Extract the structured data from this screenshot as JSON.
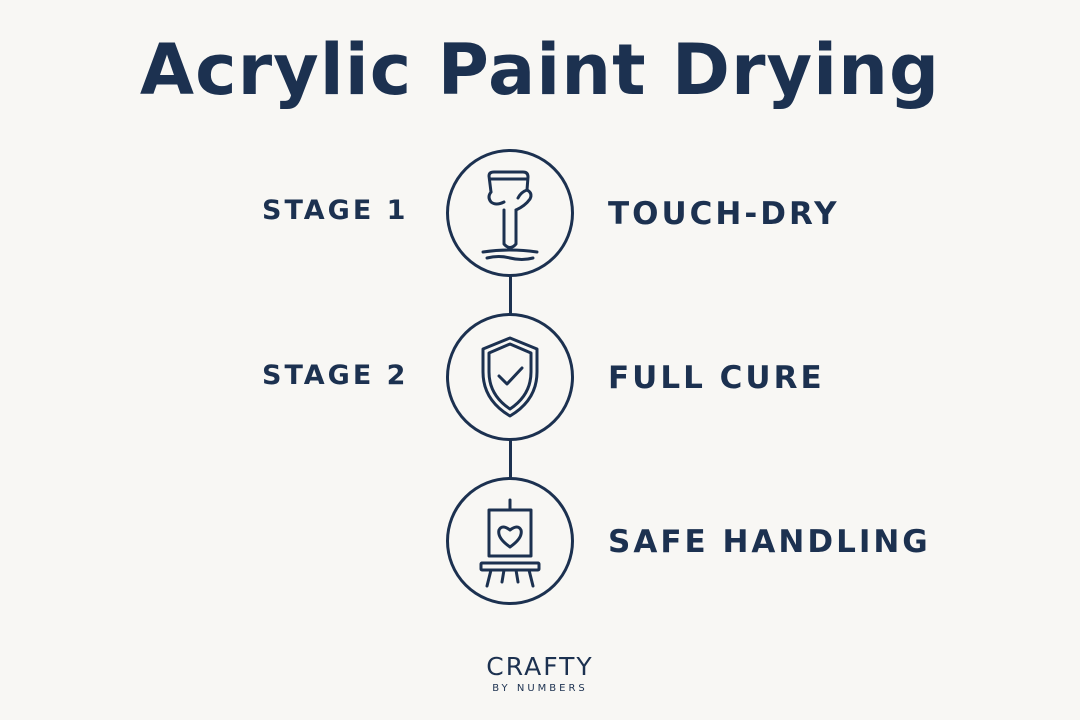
{
  "title": "Acrylic Paint Drying",
  "stages": [
    {
      "stage_label": "STAGE 1",
      "name": "TOUCH-DRY",
      "icon": "pointing-finger-icon"
    },
    {
      "stage_label": "STAGE 2",
      "name": "FULL CURE",
      "icon": "shield-check-icon"
    },
    {
      "stage_label": "",
      "name": "SAFE HANDLING",
      "icon": "easel-heart-icon"
    }
  ],
  "brand": {
    "name": "CRAFTY",
    "tagline": "BY NUMBERS"
  },
  "colors": {
    "ink": "#1c3150",
    "background": "#f8f7f4"
  }
}
